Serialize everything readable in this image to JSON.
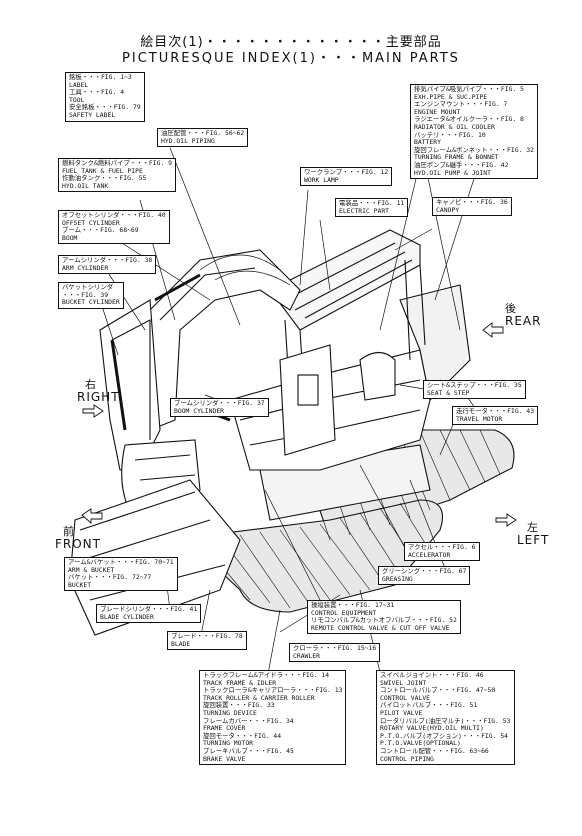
{
  "title": {
    "jp": "絵目次(1)・・・・・・・・・・・・・主要部品",
    "en": "PICTURESQUE INDEX(1)・・・MAIN PARTS"
  },
  "directions": {
    "rear": {
      "jp": "後",
      "en": "REAR"
    },
    "right": {
      "jp": "右",
      "en": "RIGHT"
    },
    "front": {
      "jp": "前",
      "en": "FRONT"
    },
    "left": {
      "jp": "左",
      "en": "LEFT"
    }
  },
  "labels": {
    "label_tool": [
      "銘板・・・FIG. 1~3",
      "LABEL",
      "工具・・・FIG. 4",
      "TOOL",
      "安全銘板・・・FIG. 79",
      "SAFETY LABEL"
    ],
    "hyd_oil_piping": [
      "油圧配管・・・FIG. 56~62",
      "HYD.OIL PIPING"
    ],
    "fuel_tank": [
      "燃料タンク&燃料パイプ・・・FIG. 9",
      "FUEL TANK & FUEL PIPE",
      "作動油タンク・・・FIG. 55",
      "HYD.OIL TANK"
    ],
    "work_lamp": [
      "ワークランプ・・・FIG. 12",
      "WORK LAMP"
    ],
    "electric_part": [
      "電装品・・・FIG. 11",
      "ELECTRIC PART"
    ],
    "exhaust_group": [
      "排気パイプ&吸気パイプ・・・FIG. 5",
      "EXH.PIPE & SUC.PIPE",
      "エンジンマウント・・・FIG. 7",
      "ENGINE MOUNT",
      "ラジエータ&オイルクーラ・・FIG. 8",
      "RADIATOR & OIL COOLER",
      "バッテリ・・・FIG. 10",
      "BATTERY",
      "旋回フレーム&ボンネット・・・FIG. 32",
      "TURNING FRAME & BONNET",
      "油圧ポンプ&継手・・・FIG. 42",
      "HYD.OIL PUMP & JOINT"
    ],
    "canopy": [
      "キャノピ・・・FIG. 36",
      "CANOPY"
    ],
    "offset_cyl": [
      "オフセットシリンダ・・・FIG. 40",
      "OFFSET CYLINDER",
      "ブーム・・・FIG. 68~69",
      "BOOM"
    ],
    "arm_cyl": [
      "アームシリンダ・・・FIG. 38",
      "ARM CYLINDER"
    ],
    "bucket_cyl": [
      "バケットシリンダ",
      "・・・FIG. 39",
      "BUCKET CYLINDER"
    ],
    "boom_cyl": [
      "ブームシリンダ・・・FIG. 37",
      "BOOM CYLINDER"
    ],
    "seat": [
      "シート&ステップ・・・FIG. 35",
      "SEAT & STEP"
    ],
    "travel_motor": [
      "走行モータ・・・FIG. 43",
      "TRAVEL MOTOR"
    ],
    "accelerator": [
      "アクセル・・・FIG. 6",
      "ACCELERATOR"
    ],
    "greasing": [
      "グリーシング・・・FIG. 67",
      "GREASING"
    ],
    "arm_bucket": [
      "アーム&バケット・・・FIG. 70~71",
      "ARM & BUCKET",
      "バケット・・・FIG. 72~77",
      "BUCKET"
    ],
    "blade_cyl": [
      "ブレードシリンダ・・・FIG. 41",
      "BLADE CYLINDER"
    ],
    "blade": [
      "ブレード・・・FIG. 78",
      "BLADE"
    ],
    "control_equipment": [
      "操縦装置・・・FIG. 17~31",
      "CONTROL EQUIPMENT",
      "リモコンバルブ&カットオフバルブ・・・FIG. 52",
      "REMOTE CONTROL VALVE & CUT OFF VALVE"
    ],
    "crawler": [
      "クローラ・・・FIG. 15~16",
      "CRAWLER"
    ],
    "track_group": [
      "トラックフレーム&アイドラ・・・FIG. 14",
      "TRACK FRAME & IDLER",
      "トラックローラ&キャリアローラ・・・FIG. 13",
      "TRACK ROLLER & CARRIER ROLLER",
      "旋回装置・・・FIG. 33",
      "TURNING DEVICE",
      "フレームカバー・・・FIG. 34",
      "FRAME COVER",
      "旋回モータ・・・FIG. 44",
      "TURNING MOTOR",
      "ブレーキバルブ・・・FIG. 45",
      "BRAKE VALVE"
    ],
    "valve_group": [
      "スイベルジョイント・・・FIG. 46",
      "SWIVEL JOINT",
      "コントロールバルブ・・・FIG. 47~50",
      "CONTROL VALVE",
      "パイロットバルブ・・・FIG. 51",
      "PILOT VALVE",
      "ロータリバルブ(油圧マルチ)・・・FIG. 53",
      "ROTARY VALVE(HYD.OIL MULTI)",
      "P.T.O.バルブ(オプション)・・・FIG. 54",
      "P.T.O.VALVE(OPTIONAL)",
      "コントロール配管・・・FIG. 63~66",
      "CONTROL PIPING"
    ]
  }
}
